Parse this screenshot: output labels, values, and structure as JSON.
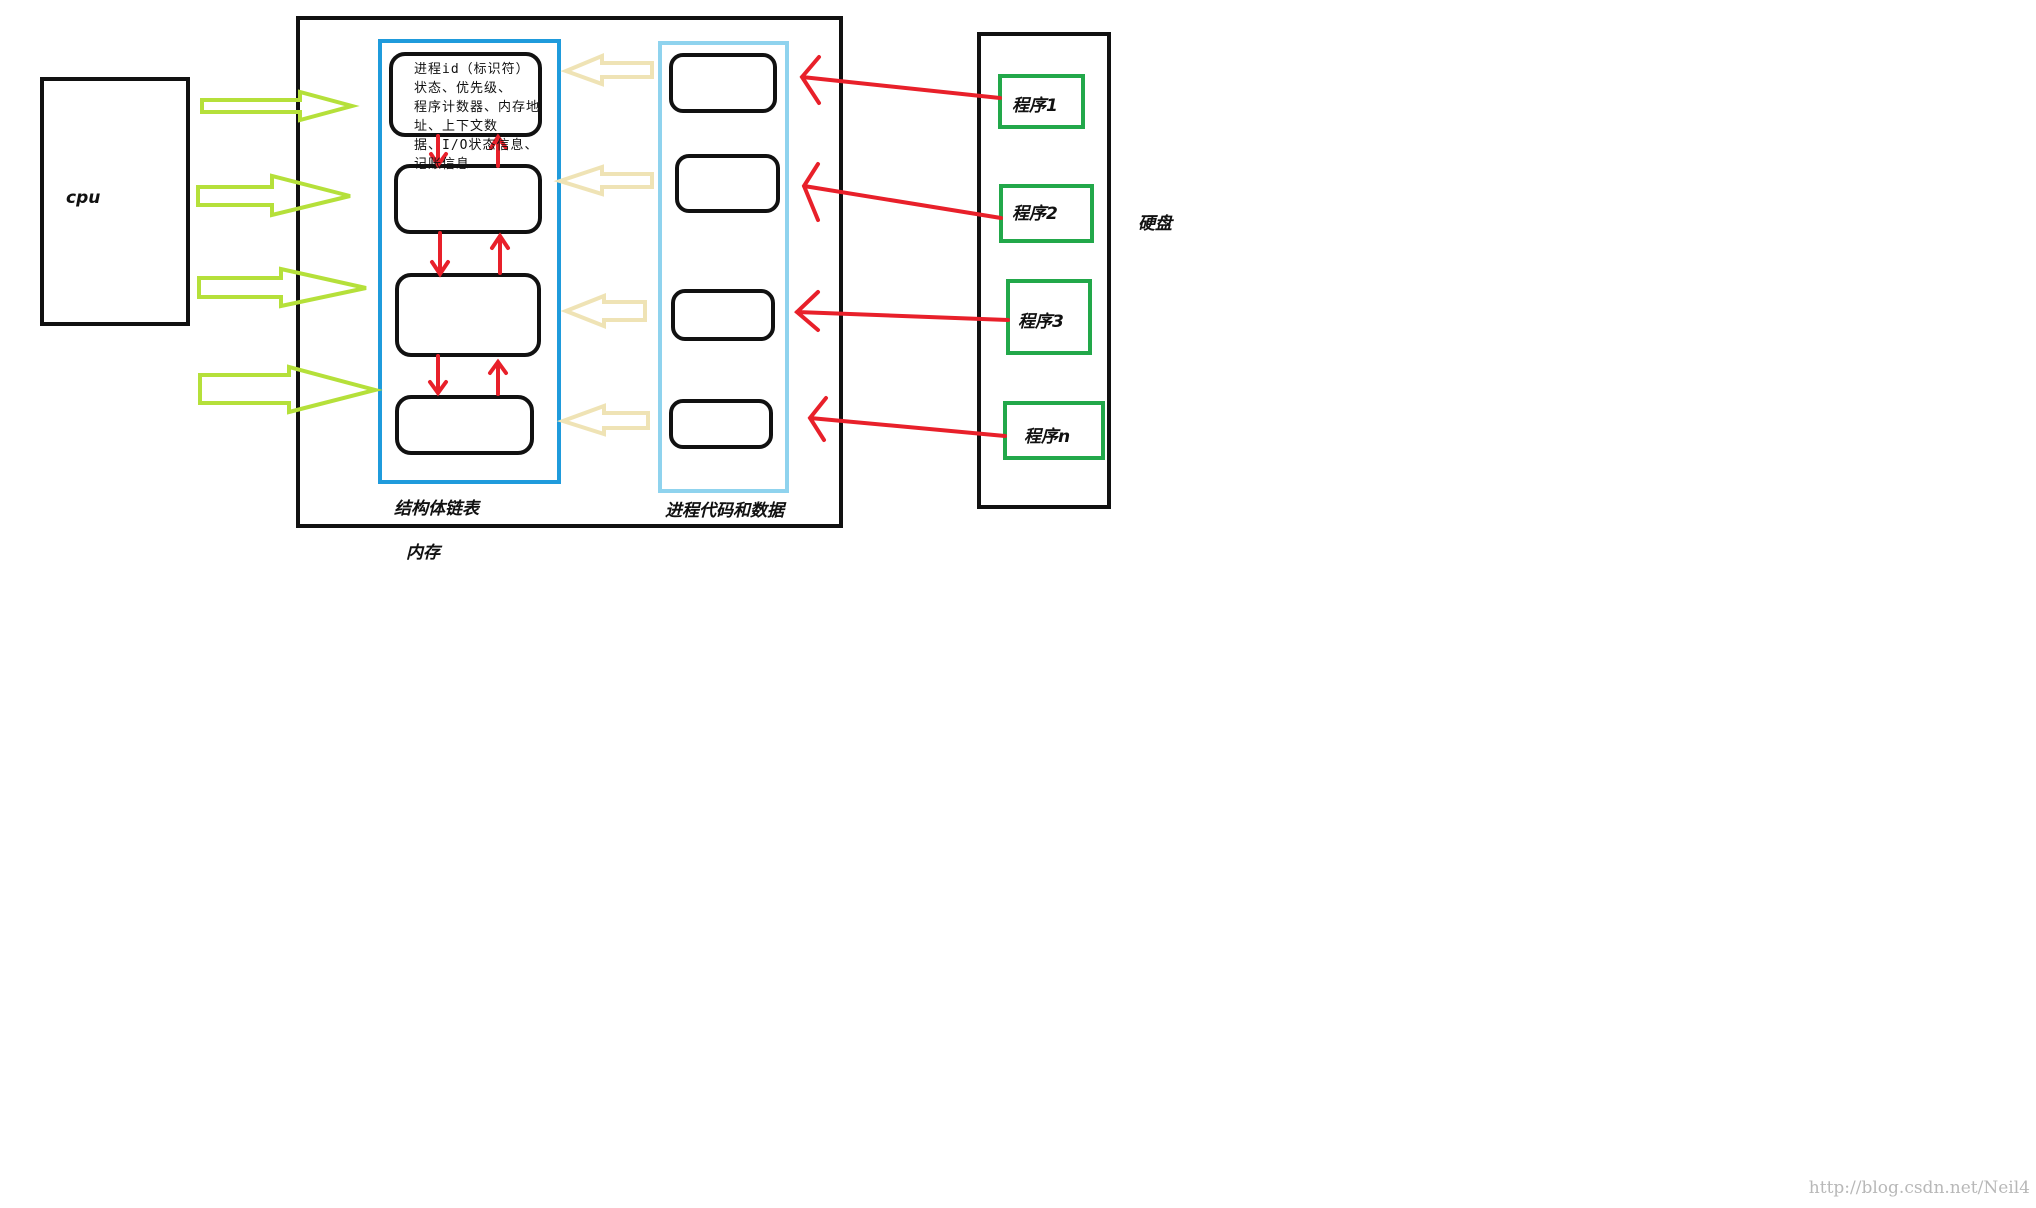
{
  "labels": {
    "cpu": "cpu",
    "memory": "内存",
    "disk": "硬盘",
    "struct_list": "结构体链表",
    "process_code": "进程代码和数据"
  },
  "pcb_lines": [
    "进程id（标识符）",
    "状态、优先级、",
    "程序计数器、内存地",
    "址、上下文数",
    "据、I/O状态信息、",
    "记账信息"
  ],
  "programs": [
    "程序1",
    "程序2",
    "程序3",
    "程序n"
  ],
  "watermark": "http://blog.csdn.net/Neil4",
  "colors": {
    "outline": "#111111",
    "struct_box": "#1f9bdc",
    "code_box": "#8fd3ee",
    "program_box": "#22a84a",
    "cpu_arrow": "#b5e03a",
    "pale_arrow": "#efe3b5",
    "red_arrow": "#e8202a"
  }
}
